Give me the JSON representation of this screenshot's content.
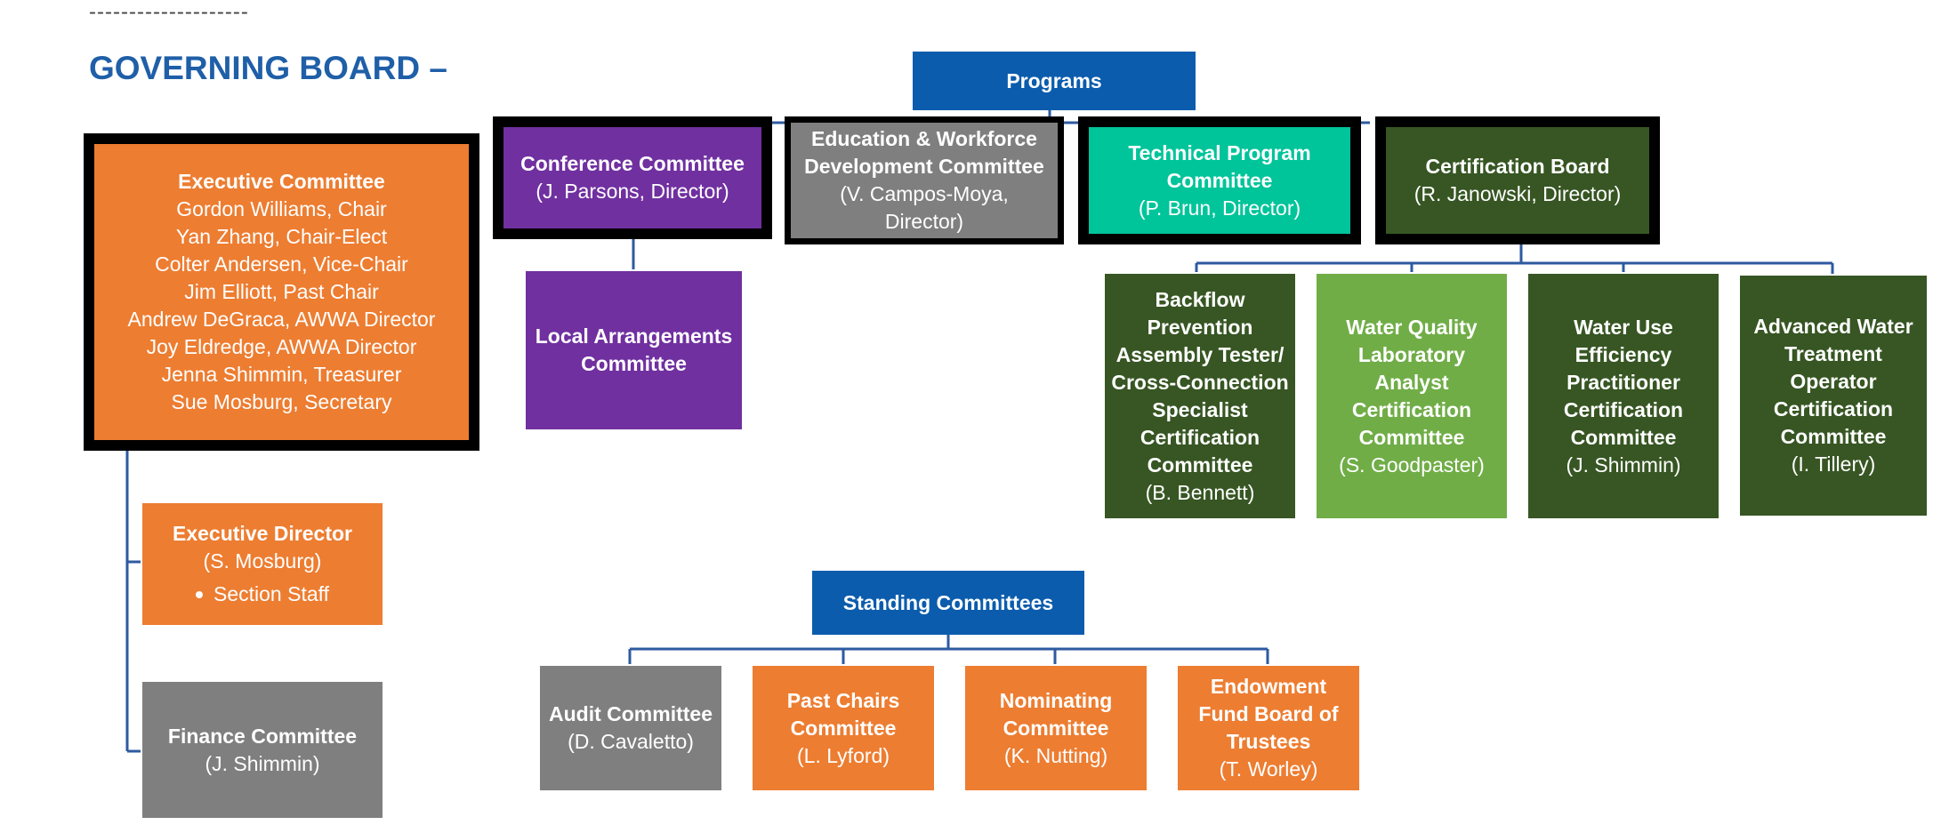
{
  "header": {
    "dashes": "--------------------",
    "title": "GOVERNING BOARD –"
  },
  "executive": {
    "title": "Executive Committee",
    "members": [
      "Gordon Williams, Chair",
      "Yan Zhang, Chair-Elect",
      "Colter Andersen, Vice-Chair",
      "Jim Elliott, Past Chair",
      "Andrew DeGraca, AWWA Director",
      "Joy Eldredge, AWWA Director",
      "Jenna Shimmin, Treasurer",
      "Sue Mosburg, Secretary"
    ]
  },
  "exec_director": {
    "title": "Executive Director",
    "sub": "(S. Mosburg)",
    "item": "Section Staff"
  },
  "finance": {
    "title": "Finance Committee",
    "sub": "(J. Shimmin)"
  },
  "programs": {
    "title": "Programs",
    "conference": {
      "title": "Conference Committee",
      "sub": "(J. Parsons, Director)"
    },
    "education": {
      "title_1": "Education & Workforce",
      "title_2": "Development Committee",
      "sub_1": "(V. Campos-Moya,",
      "sub_2": "Director)"
    },
    "technical": {
      "title_1": "Technical Program",
      "title_2": "Committee",
      "sub": "(P. Brun, Director)"
    },
    "certification": {
      "title": "Certification Board",
      "sub": "(R. Janowski, Director)"
    },
    "local": {
      "title_1": "Local Arrangements",
      "title_2": "Committee"
    }
  },
  "cert_committees": {
    "backflow": {
      "lines": [
        "Backflow",
        "Prevention",
        "Assembly Tester/",
        "Cross-Connection",
        "Specialist",
        "Certification",
        "Committee"
      ],
      "sub": "(B. Bennett)"
    },
    "water_quality": {
      "lines": [
        "Water Quality",
        "Laboratory",
        "Analyst",
        "Certification",
        "Committee"
      ],
      "sub": "(S. Goodpaster)"
    },
    "water_use": {
      "lines": [
        "Water Use",
        "Efficiency",
        "Practitioner",
        "Certification",
        "Committee"
      ],
      "sub": "(J. Shimmin)"
    },
    "advanced": {
      "lines": [
        "Advanced Water",
        "Treatment",
        "Operator",
        "Certification",
        "Committee"
      ],
      "sub": "(I. Tillery)"
    }
  },
  "standing": {
    "title": "Standing Committees",
    "audit": {
      "title": "Audit Committee",
      "sub": "(D. Cavaletto)"
    },
    "past_chairs": {
      "title_1": "Past Chairs",
      "title_2": "Committee",
      "sub": "(L. Lyford)"
    },
    "nominating": {
      "title_1": "Nominating",
      "title_2": "Committee",
      "sub": "(K. Nutting)"
    },
    "endowment": {
      "lines": [
        "Endowment",
        "Fund Board of",
        "Trustees"
      ],
      "sub": "(T. Worley)"
    }
  },
  "colors": {
    "title": "#1f5fa8",
    "orange": "#ed7d31",
    "purple": "#7030a0",
    "gray": "#7f7f7f",
    "teal": "#00c49a",
    "dark_green": "#375623",
    "light_green": "#70ad47",
    "blue": "#0b5cad",
    "connector": "#2e5aa0"
  }
}
